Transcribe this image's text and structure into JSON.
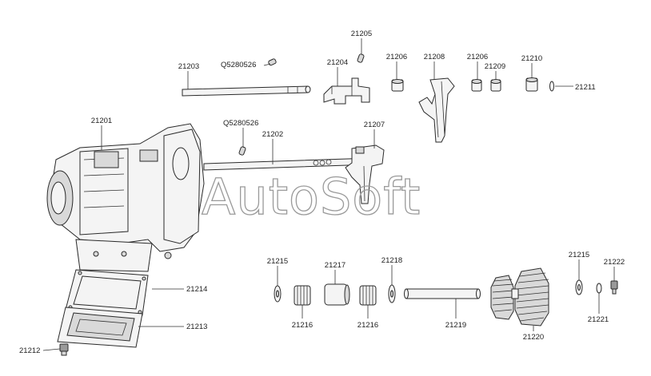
{
  "watermark": "AutoSoft",
  "labels": {
    "p21201": "21201",
    "p21202": "21202",
    "p21203": "21203",
    "p21204": "21204",
    "p21205": "21205",
    "p21206a": "21206",
    "p21206b": "21206",
    "p21207": "21207",
    "p21208": "21208",
    "p21209": "21209",
    "p21210": "21210",
    "p21211": "21211",
    "p21212": "21212",
    "p21213": "21213",
    "p21214": "21214",
    "p21215a": "21215",
    "p21215b": "21215",
    "p21216a": "21216",
    "p21216b": "21216",
    "p21217": "21217",
    "p21218": "21218",
    "p21219": "21219",
    "p21220": "21220",
    "p21221": "21221",
    "p21222": "21222",
    "q1": "Q5280526",
    "q2": "Q5280526"
  }
}
